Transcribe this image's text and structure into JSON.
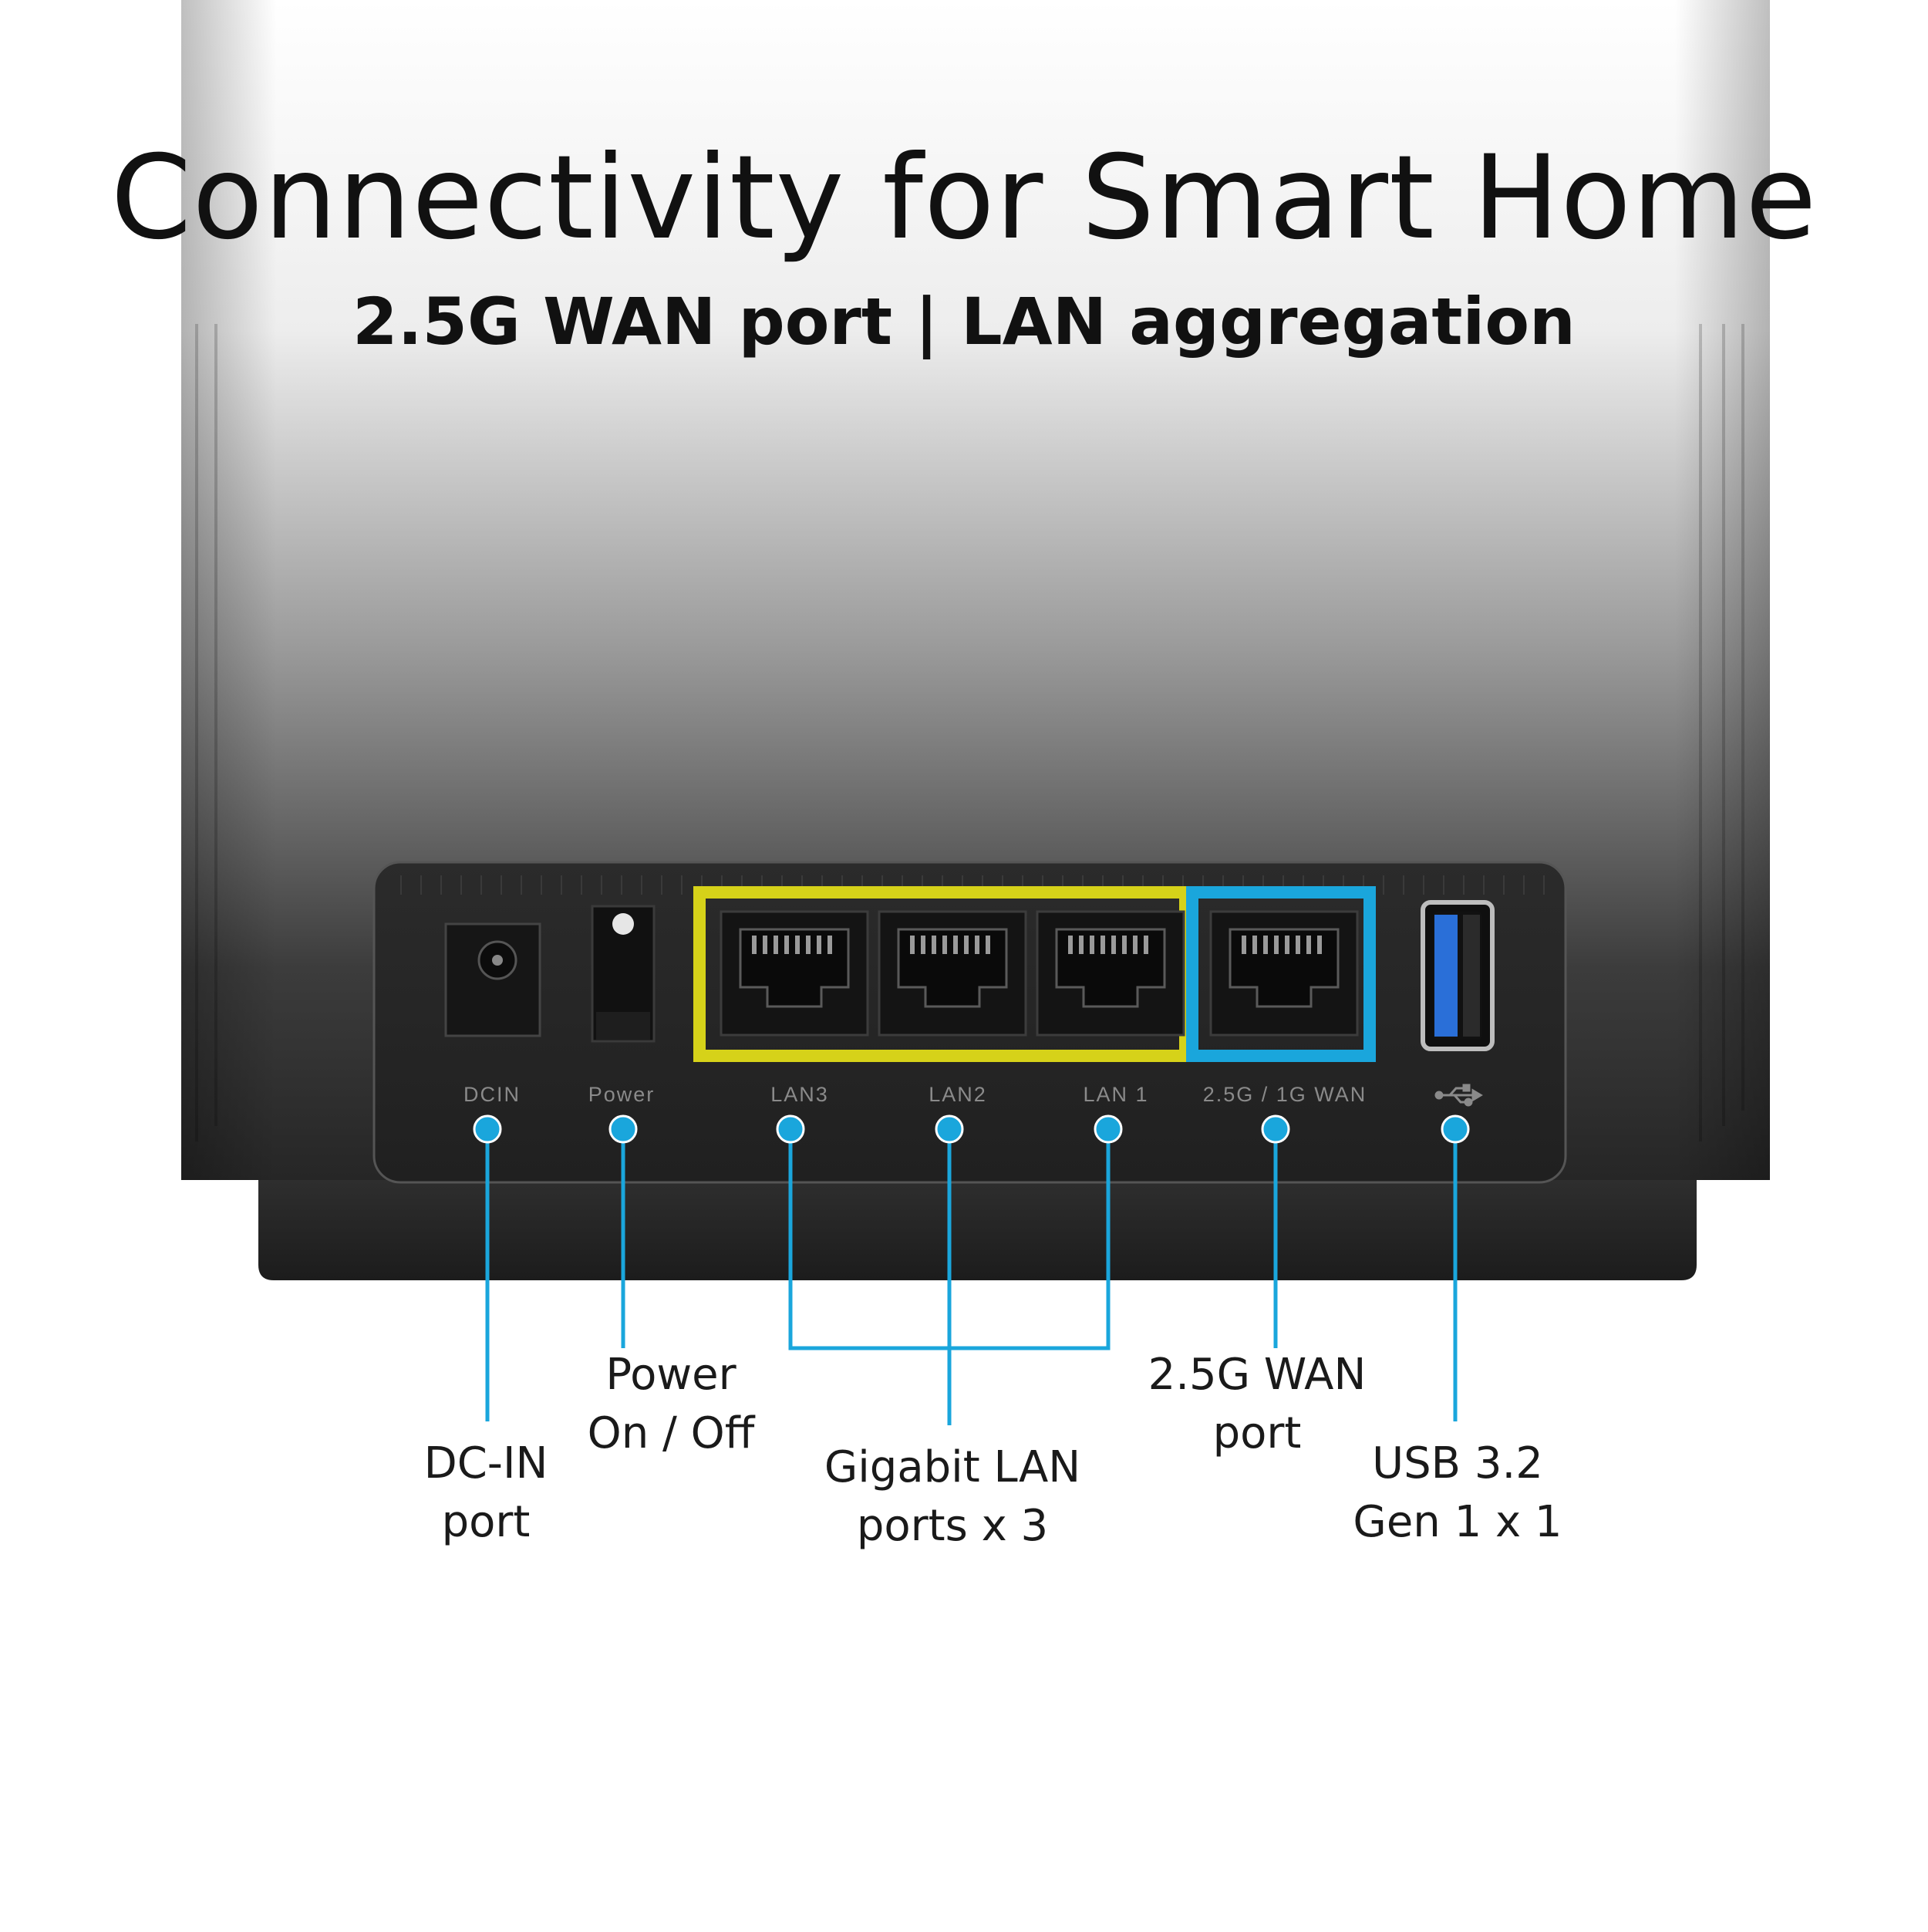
{
  "headline": "Connectivity for Smart Home",
  "subheadline": "2.5G WAN port | LAN aggregation",
  "port_labels": {
    "dcin": "DCIN",
    "power": "Power",
    "lan3": "LAN3",
    "lan2": "LAN2",
    "lan1": "LAN 1",
    "wan": "2.5G / 1G WAN"
  },
  "callouts": {
    "dcin": [
      "DC-IN",
      "port"
    ],
    "power": [
      "Power",
      "On / Off"
    ],
    "lan": [
      "Gigabit LAN",
      "ports x 3"
    ],
    "wan": [
      "2.5G WAN",
      "port"
    ],
    "usb": [
      "USB 3.2",
      "Gen 1 x 1"
    ]
  },
  "icons": {
    "usb_symbol": "usb-icon"
  },
  "colors": {
    "lan_highlight": "#d6d219",
    "wan_highlight": "#1aa6dc",
    "callout_line": "#1aa6dc",
    "usb_port": "#2a6fd8"
  }
}
